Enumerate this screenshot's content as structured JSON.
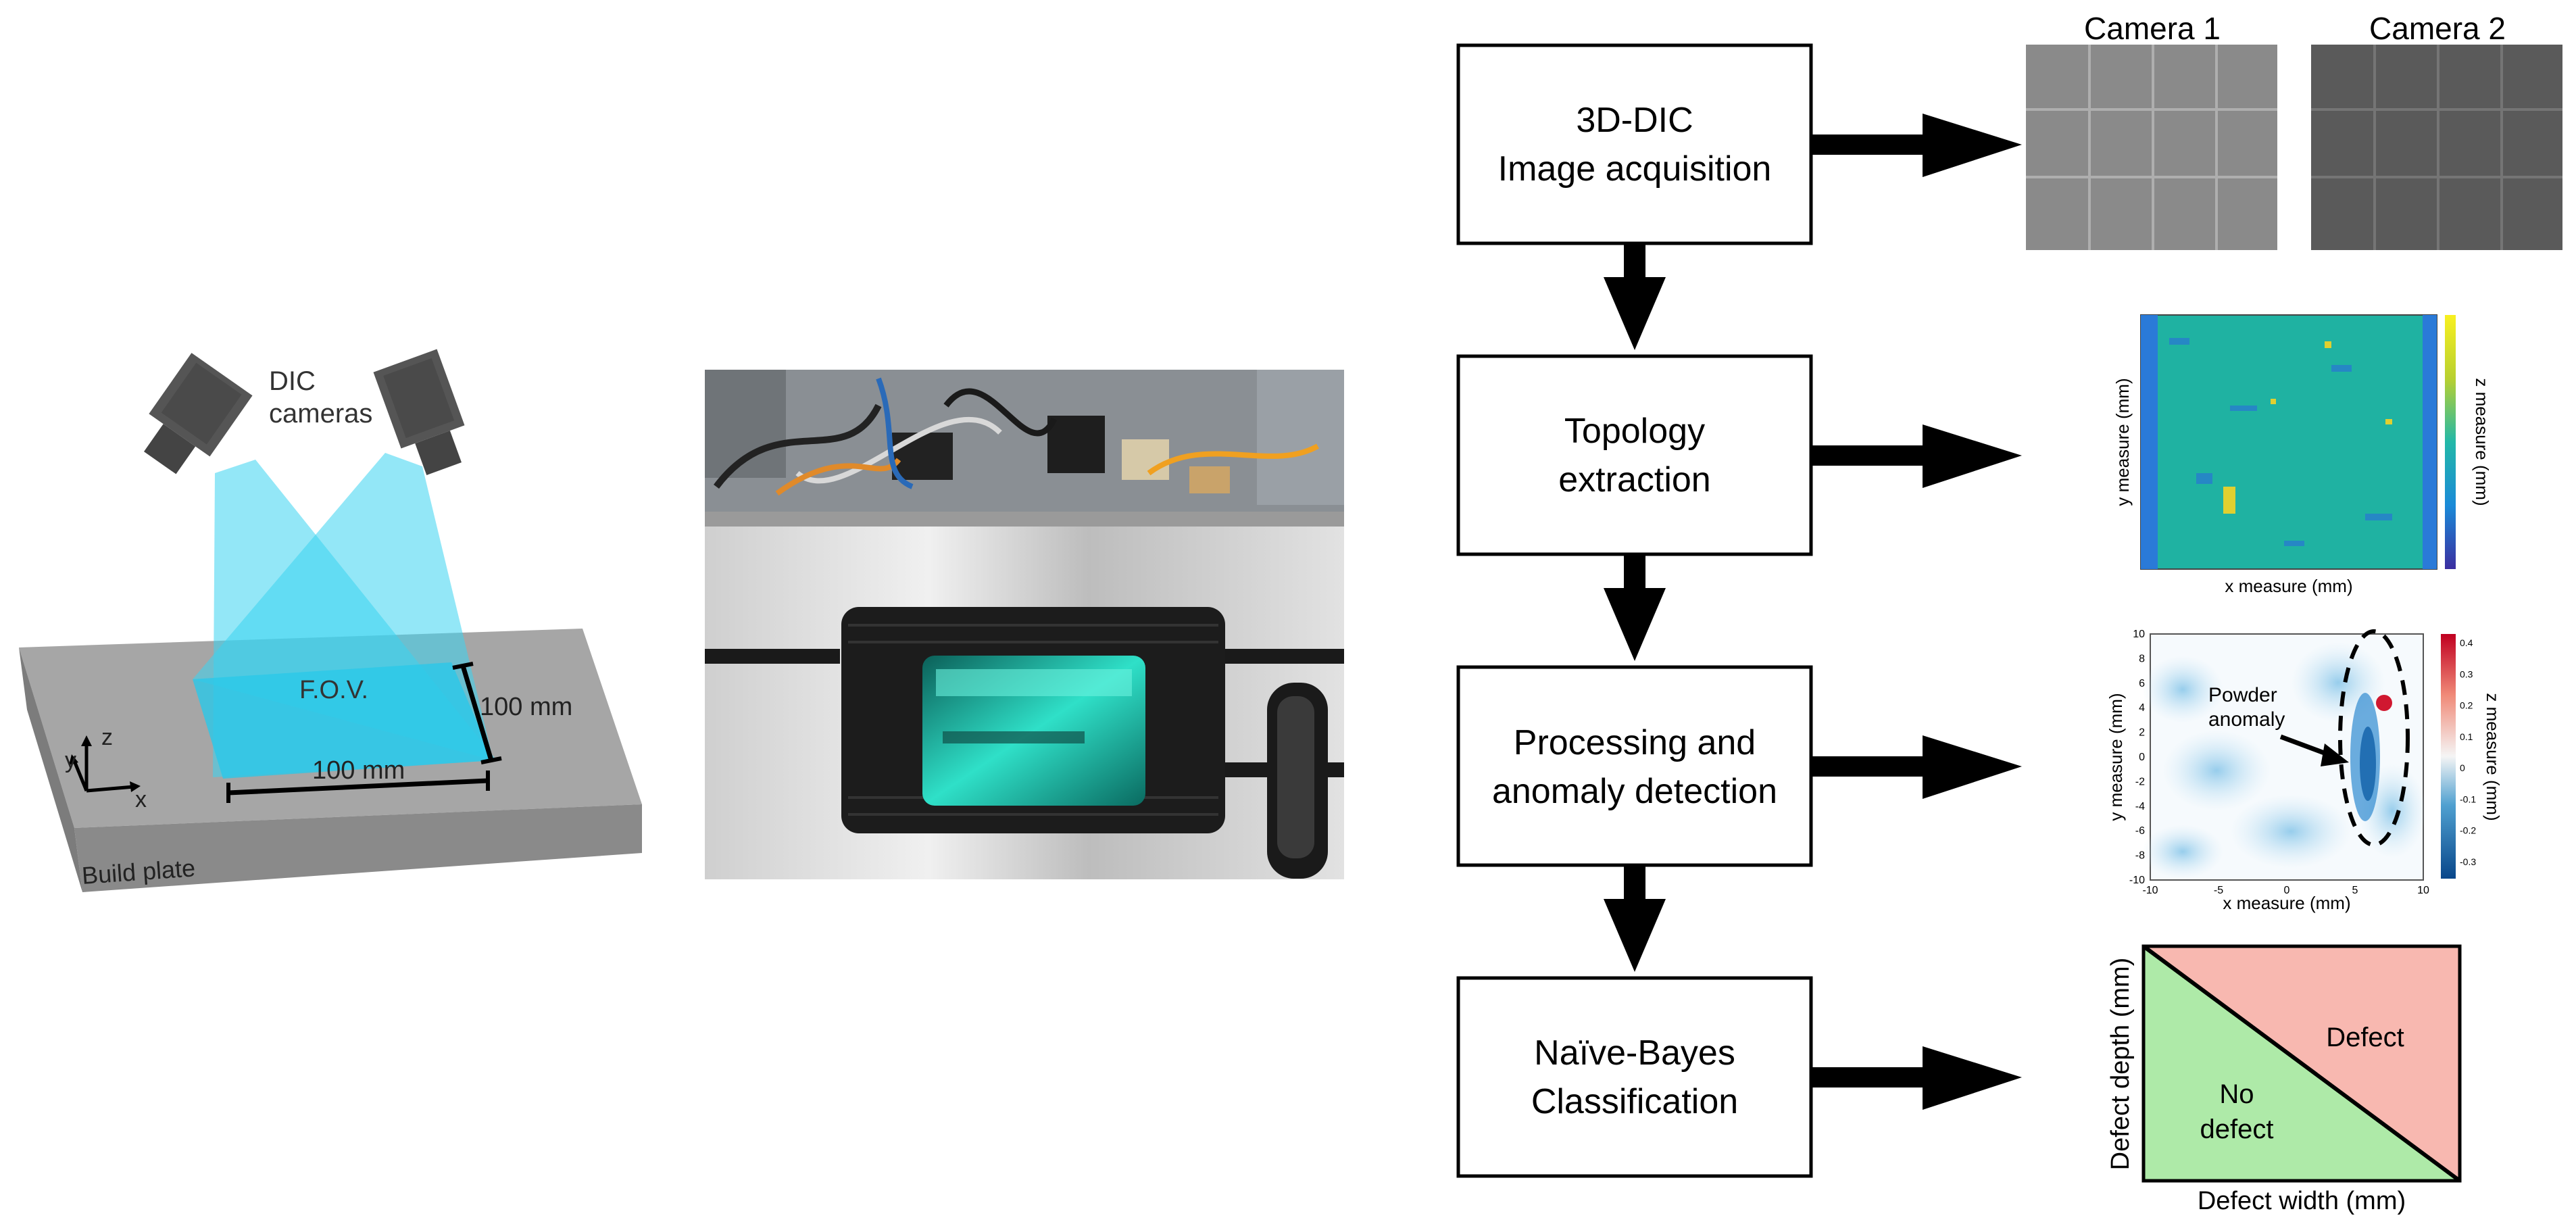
{
  "setup": {
    "cameras_label_line1": "DIC",
    "cameras_label_line2": "cameras",
    "fov_label": "F.O.V.",
    "fov_width_label": "100 mm",
    "fov_height_label": "100 mm",
    "build_plate_label": "Build plate",
    "axis_x": "x",
    "axis_y": "y",
    "axis_z": "z"
  },
  "workflow": {
    "steps": [
      {
        "line1": "3D-DIC",
        "line2": "Image acquisition"
      },
      {
        "line1": "Topology",
        "line2": "extraction"
      },
      {
        "line1": "Processing and",
        "line2": "anomaly detection"
      },
      {
        "line1": "Naïve-Bayes",
        "line2": "Classification"
      }
    ]
  },
  "outputs": {
    "camera1_label": "Camera 1",
    "camera2_label": "Camera 2",
    "topology_map": {
      "xlabel": "x measure (mm)",
      "ylabel": "y measure (mm)",
      "colorbar_label": "z measure (mm)"
    },
    "anomaly_map": {
      "xlabel": "x measure (mm)",
      "ylabel": "y measure (mm)",
      "colorbar_label": "z measure (mm)",
      "annotation_line1": "Powder",
      "annotation_line2": "anomaly",
      "x_ticks": [
        "-10",
        "-5",
        "0",
        "5",
        "10"
      ],
      "y_ticks": [
        "10",
        "8",
        "6",
        "4",
        "2",
        "0",
        "-2",
        "-4",
        "-6",
        "-8",
        "-10"
      ],
      "colorbar_ticks": [
        "0.4",
        "0.3",
        "0.2",
        "0.1",
        "0",
        "-0.1",
        "-0.2",
        "-0.3"
      ]
    },
    "classification": {
      "xlabel": "Defect width (mm)",
      "ylabel": "Defect depth (mm)",
      "region_defect": "Defect",
      "region_no_defect_line1": "No",
      "region_no_defect_line2": "defect",
      "color_defect": "#f8b8b0",
      "color_no_defect": "#aeeaa8"
    }
  },
  "colors": {
    "fov_blue": "#3ad4f0",
    "plate_top": "#a8a8a8",
    "plate_front": "#8c8c8c",
    "arrow": "#000000"
  }
}
